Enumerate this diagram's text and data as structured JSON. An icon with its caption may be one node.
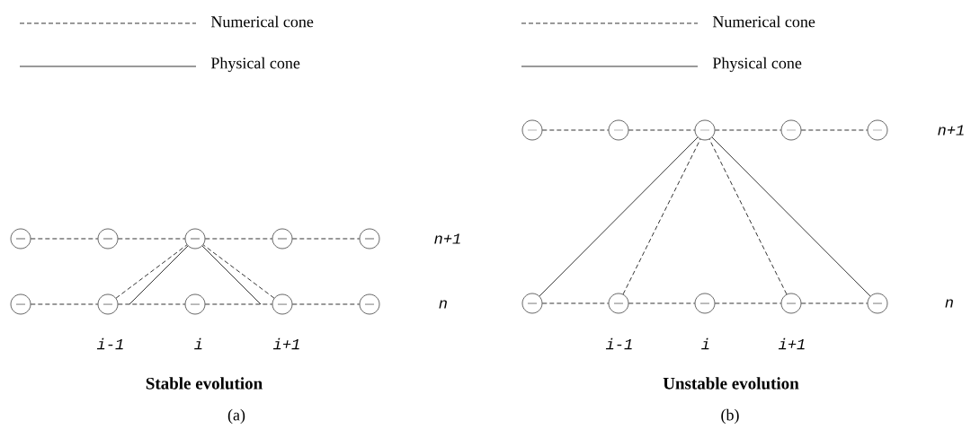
{
  "diagram": {
    "nodes": [
      {
        "text": [],
        "shape": "circle"
      },
      {
        "text": [],
        "shape": "circle"
      },
      {
        "text": [],
        "shape": "circle"
      },
      {
        "text": [],
        "shape": "circle"
      },
      {
        "text": [],
        "shape": "circle"
      },
      {
        "text": [],
        "shape": "circle"
      },
      {
        "text": [],
        "shape": "circle"
      },
      {
        "text": [],
        "shape": "circle"
      },
      {
        "text": [],
        "shape": "circle"
      },
      {
        "text": [],
        "shape": "circle"
      },
      {
        "text": [],
        "shape": "circle"
      },
      {
        "text": [],
        "shape": "circle"
      },
      {
        "text": [],
        "shape": "circle"
      },
      {
        "text": [],
        "shape": "circle"
      },
      {
        "text": [],
        "shape": "circle"
      },
      {
        "text": [],
        "shape": "circle"
      },
      {
        "text": [],
        "shape": "circle"
      },
      {
        "text": [],
        "shape": "circle"
      },
      {
        "text": [],
        "shape": "circle"
      },
      {
        "text": [],
        "shape": "circle"
      }
    ],
    "edges": [
      {
        "from": 0,
        "to": 1,
        "arrow": "none",
        "style": "dashed"
      },
      {
        "from": 1,
        "to": 2,
        "arrow": "none",
        "style": "dashed"
      },
      {
        "from": 2,
        "to": 3,
        "arrow": "none",
        "style": "dashed"
      },
      {
        "from": 3,
        "to": 4,
        "arrow": "none",
        "style": "dashed"
      },
      {
        "from": 5,
        "to": 6,
        "arrow": "none",
        "style": "dashed"
      },
      {
        "from": 6,
        "to": 7,
        "arrow": "none",
        "style": "dashed"
      },
      {
        "from": 7,
        "to": 8,
        "arrow": "none",
        "style": "dashed"
      },
      {
        "from": 8,
        "to": 9,
        "arrow": "none",
        "style": "dashed"
      },
      {
        "from": 6,
        "to": 2,
        "arrow": "none",
        "style": "dashed"
      },
      {
        "from": 8,
        "to": 2,
        "arrow": "none",
        "style": "dashed"
      },
      {
        "from": null,
        "to": 2,
        "arrow": "none"
      },
      {
        "from": null,
        "to": 2,
        "arrow": "none"
      },
      {
        "from": 10,
        "to": 11,
        "arrow": "none",
        "style": "dashed"
      },
      {
        "from": 11,
        "to": 12,
        "arrow": "none",
        "style": "dashed"
      },
      {
        "from": 12,
        "to": 13,
        "arrow": "none",
        "style": "dashed"
      },
      {
        "from": 13,
        "to": 14,
        "arrow": "none",
        "style": "dashed"
      },
      {
        "from": 15,
        "to": 16,
        "arrow": "none",
        "style": "dashed"
      },
      {
        "from": 16,
        "to": 17,
        "arrow": "none",
        "style": "dashed"
      },
      {
        "from": 17,
        "to": 18,
        "arrow": "none",
        "style": "dashed"
      },
      {
        "from": 18,
        "to": 19,
        "arrow": "none",
        "style": "dashed"
      },
      {
        "from": 15,
        "to": 12,
        "arrow": "none"
      },
      {
        "from": 19,
        "to": 12,
        "arrow": "none"
      },
      {
        "from": 16,
        "to": 12,
        "arrow": "none",
        "style": "dashed"
      },
      {
        "from": 18,
        "to": 12,
        "arrow": "none",
        "style": "dashed"
      }
    ],
    "labels": [
      "n+1",
      "n",
      "i-1",
      "i",
      "i+1",
      "Stable evolution",
      "(a)",
      "n+1",
      "n",
      "i-1",
      "i",
      "i+1",
      "Unstable evolution",
      "(b)"
    ],
    "legend": [
      {
        "text": "Numerical cone"
      },
      {
        "text": "Physical cone"
      },
      {
        "text": "Numerical cone"
      },
      {
        "text": "Physical cone"
      }
    ]
  }
}
